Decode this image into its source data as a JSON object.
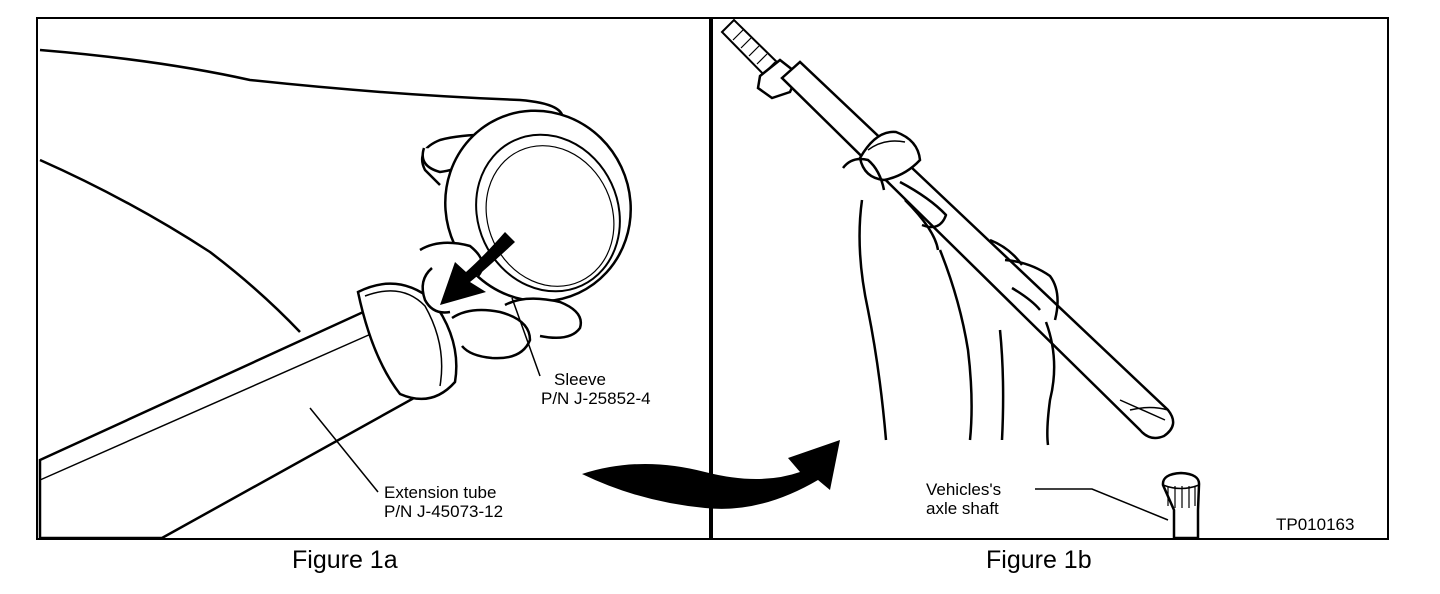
{
  "figure_a": {
    "caption": "Figure 1a",
    "sleeve_label": "Sleeve",
    "sleeve_part_number": "P/N J-25852-4",
    "tube_label": "Extension tube",
    "tube_part_number": "P/N J-45073-12"
  },
  "figure_b": {
    "caption": "Figure 1b",
    "axle_label_line1": "Vehicles's",
    "axle_label_line2": "axle shaft",
    "drawing_code": "TP010163"
  },
  "colors": {
    "ink": "#000000",
    "paper": "#ffffff"
  }
}
